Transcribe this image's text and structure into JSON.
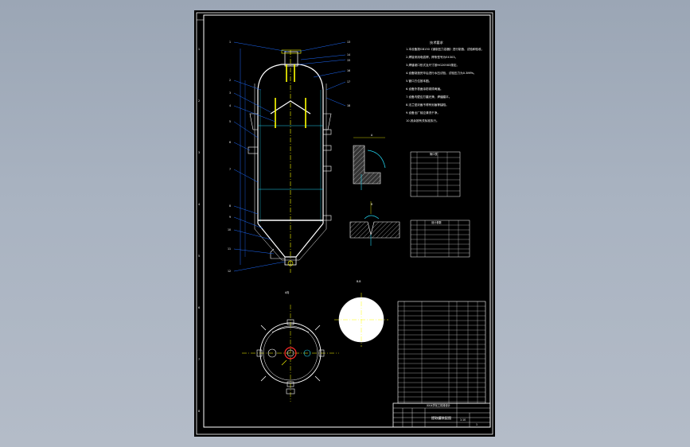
{
  "drawing": {
    "notes_title": "技术要求",
    "notes_lines": [
      "1.本设备按GB150《钢制压力容器》进行制造、试验和验收。",
      "2.焊接采用电弧焊，焊条型号为E4303。",
      "3.焊缝坡口形式及尺寸按HG20583规定。",
      "4.设备制造完毕后进行水压试验，试验压力为0.3MPa。",
      "5.管口方位按本图。",
      "6.设备外表面涂防锈漆两遍。",
      "7.设备内壁应打磨光滑，焊缝磨平。",
      "8.法兰密封面不得有划痕等缺陷。",
      "9.设备出厂前应清洗干净。",
      "10.其余按有关标准执行。"
    ],
    "section_label_a": "A",
    "section_label_b": "B",
    "plan_view_label": "A向",
    "top_view_label": "B-B",
    "nozzle_table_title": "管口表",
    "nozzle_table_header": [
      "符号",
      "公称尺寸",
      "连接标准",
      "用途"
    ],
    "param_table_title": "设计参数",
    "title_block": {
      "drawing_name": "提取罐装配图",
      "school": "XX大学化工机械设计",
      "scale": "1:10",
      "sheet": "1"
    },
    "border_zone_marks": [
      "1",
      "2",
      "3",
      "4",
      "5",
      "6",
      "7",
      "8"
    ],
    "leader_labels": [
      "1",
      "2",
      "3",
      "4",
      "5",
      "6",
      "7",
      "8",
      "9",
      "10",
      "11",
      "12",
      "13",
      "14",
      "15",
      "16",
      "17",
      "18"
    ]
  },
  "colors": {
    "background": "#000000",
    "line_white": "#ffffff",
    "line_blue": "#1e6bff",
    "line_cyan": "#22d3ee",
    "line_yellow": "#ffff00",
    "line_red": "#ff2a2a"
  }
}
